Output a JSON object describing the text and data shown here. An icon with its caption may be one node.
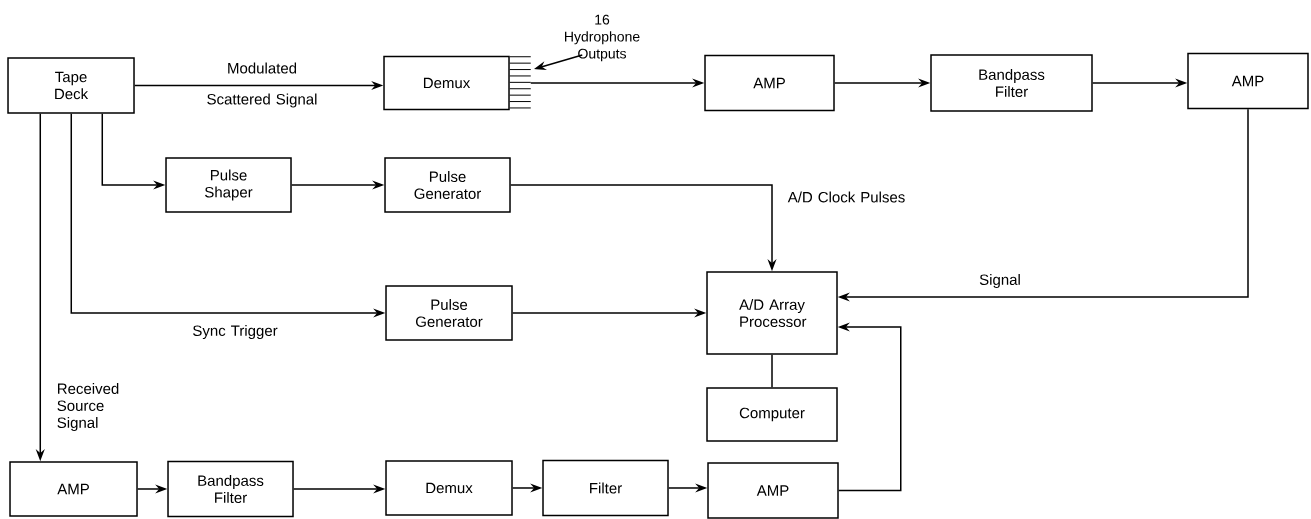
{
  "diagram": {
    "nodes": [
      {
        "text": [
          "Tape Deck"
        ]
      },
      {
        "text": [
          "Demux"
        ]
      },
      {
        "text": [
          "AMP"
        ]
      },
      {
        "text": [
          "Bandpass Filter"
        ]
      },
      {
        "text": [
          "AMP"
        ]
      },
      {
        "text": [
          "Pulse Shaper"
        ]
      },
      {
        "text": [
          "Pulse Generator"
        ]
      },
      {
        "text": [
          "Pulse Generator"
        ]
      },
      {
        "text": [
          "A/D Array Processor"
        ]
      },
      {
        "text": [
          "Computer"
        ]
      },
      {
        "text": [
          "AMP"
        ]
      },
      {
        "text": [
          "Bandpass Filter"
        ]
      },
      {
        "text": [
          "Demux"
        ]
      },
      {
        "text": [
          "Filter"
        ]
      },
      {
        "text": [
          "AMP"
        ]
      },
      {
        "text": [
          "16 Hydrophone Outputs"
        ]
      }
    ],
    "edges": [
      {
        "from": 0,
        "to": 1,
        "arrow": "to",
        "label": "Modulated Scattered Signal"
      },
      {
        "from": 1,
        "to": 2,
        "arrow": "to"
      },
      {
        "from": 2,
        "to": 3,
        "arrow": "to"
      },
      {
        "from": 3,
        "to": 4,
        "arrow": "to"
      },
      {
        "from": 0,
        "to": 5,
        "arrow": "to"
      },
      {
        "from": 5,
        "to": 6,
        "arrow": "to"
      },
      {
        "from": 6,
        "to": 8,
        "arrow": "to",
        "label": "A/D Clock Pulses"
      },
      {
        "from": 0,
        "to": 7,
        "arrow": "to",
        "label": "Sync Trigger"
      },
      {
        "from": 7,
        "to": 8,
        "arrow": "to"
      },
      {
        "from": 4,
        "to": 8,
        "arrow": "to",
        "label": "Signal"
      },
      {
        "from": 0,
        "to": 10,
        "arrow": "to",
        "label": "Received Source Signal"
      },
      {
        "from": 10,
        "to": 11,
        "arrow": "to"
      },
      {
        "from": 11,
        "to": 12,
        "arrow": "to"
      },
      {
        "from": 12,
        "to": 13,
        "arrow": "to"
      },
      {
        "from": 13,
        "to": 14,
        "arrow": "to"
      },
      {
        "from": 14,
        "to": 8,
        "arrow": "to"
      },
      {
        "from": 8,
        "to": 9,
        "arrow": "none"
      },
      {
        "from": 15,
        "to": null,
        "arrow": "to"
      }
    ]
  }
}
